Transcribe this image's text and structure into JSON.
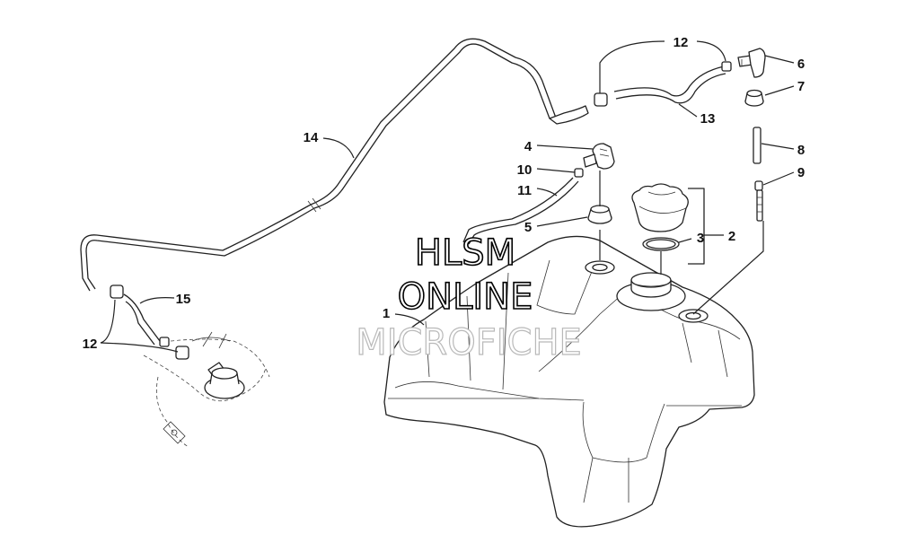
{
  "diagram": {
    "callouts": {
      "c1": "1",
      "c2": "2",
      "c3": "3",
      "c4": "4",
      "c5": "5",
      "c6": "6",
      "c7": "7",
      "c8": "8",
      "c9": "9",
      "c10": "10",
      "c11": "11",
      "c12a": "12",
      "c12b": "12",
      "c13": "13",
      "c14": "14",
      "c15": "15"
    },
    "watermark": {
      "line1": "HLSM",
      "line2": "ONLINE",
      "line3": "MICROFICHE"
    }
  }
}
